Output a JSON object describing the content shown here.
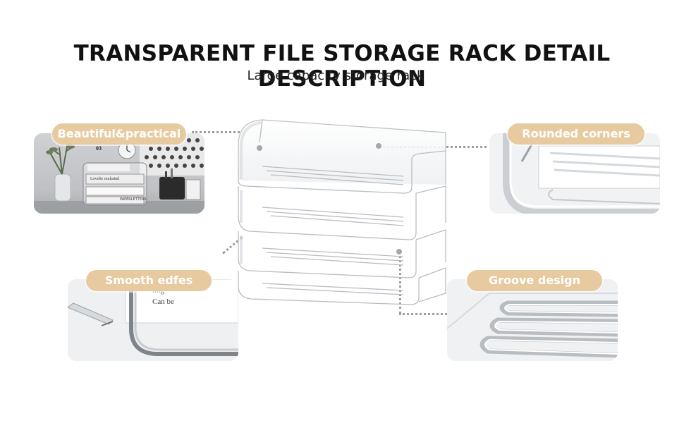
{
  "page": {
    "title": "TRANSPARENT FILE STORAGE RACK DETAIL DESCRIPTION",
    "subtitle": "Large capacity storage rack"
  },
  "features": {
    "beautiful": "Beautiful&practical",
    "rounded": "Rounded corners",
    "smooth": "Smooth edfes",
    "groove": "Groove design"
  },
  "photo_text": {
    "desk_book_title": "Lovelie mulatind",
    "desk_paper_label": "PAPERLETTERS",
    "desk_clock_number": "03",
    "smooth_card_line1": "ling",
    "smooth_card_line2": "Can be"
  },
  "colors": {
    "label_background": "#e7caa0",
    "label_text": "#ffffff",
    "dotted_line": "#9d9d9d"
  }
}
